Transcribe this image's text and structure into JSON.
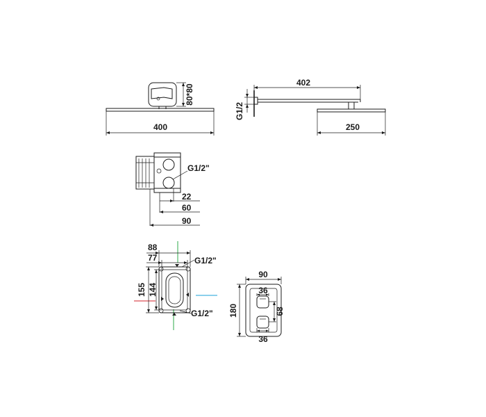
{
  "shower_head_front": {
    "width_label": "400",
    "flange_label": "80*80"
  },
  "shower_head_side": {
    "arm_length_label": "402",
    "head_label": "250",
    "thread_label": "G1/2"
  },
  "box_side": {
    "thread_label": "G1/2\"",
    "depth_1": "22",
    "depth_2": "60",
    "depth_3": "90"
  },
  "box_front": {
    "width_outer": "88",
    "width_inner": "77",
    "height_outer": "155",
    "height_inner": "144",
    "thread_top": "G1/2\"",
    "thread_bottom": "G1/2\""
  },
  "cover_plate": {
    "width": "90",
    "knob_width_top": "36",
    "knob_width_bottom": "36",
    "height": "180",
    "spacing": "68"
  },
  "colors": {
    "line": "#1a1a1a",
    "hot": "#d0202a",
    "cold": "#1aa0d8",
    "outlet": "#2ea84a"
  }
}
